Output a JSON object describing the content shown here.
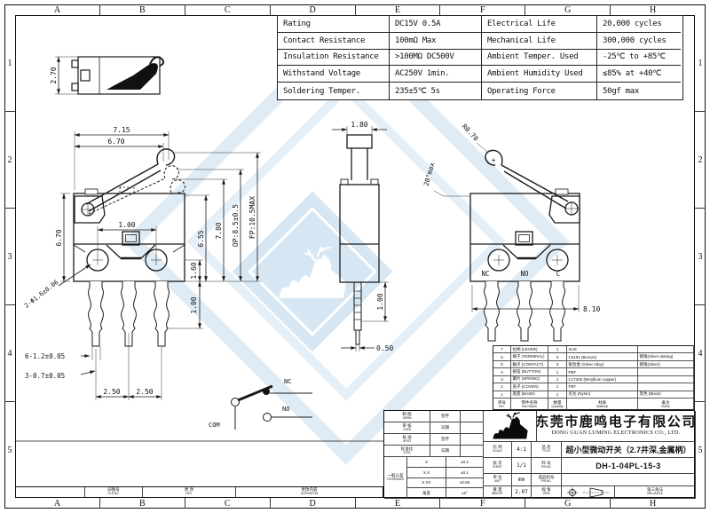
{
  "sheet": {
    "grid_letters": [
      "A",
      "B",
      "C",
      "D",
      "E",
      "F",
      "G",
      "H"
    ],
    "grid_numbers": [
      "1",
      "2",
      "3",
      "4",
      "5"
    ]
  },
  "colors": {
    "line": "#1a1a1a",
    "watermark_stroke": "#d5e6f4",
    "watermark_fill": "#c9dff0"
  },
  "icons": {
    "logo": "deer-icon",
    "projection": "third-angle-projection-icon"
  },
  "spec_table": {
    "rows": [
      {
        "k1": "Rating",
        "v1": "DC15V 0.5A",
        "k2": "Electrical Life",
        "v2": "20,000 cycles"
      },
      {
        "k1": "Contact Resistance",
        "v1": "100mΩ Max",
        "k2": "Mechanical Life",
        "v2": "300,000 cycles"
      },
      {
        "k1": "Insulation Resistance",
        "v1": ">100MΩ DC500V",
        "k2": "Ambient Temper. Used",
        "v2": "-25℃ to +85℃"
      },
      {
        "k1": "Withstand Voltage",
        "v1": "AC250V 1min.",
        "k2": "Ambient Humidity Used",
        "v2": "≤85% at +40℃"
      },
      {
        "k1": "Soldering Temper.",
        "v1": "235±5℃ 5s",
        "k2": "Operating Force",
        "v2": "50gf max"
      }
    ]
  },
  "dims": {
    "small_view": {
      "h": "2.70"
    },
    "front_view": {
      "w_top": "7.15",
      "w_top2": "6.70",
      "h_left": "6.70",
      "btn": "1.00",
      "h_r1": "6.55",
      "h_r2": "7.80",
      "h_r3": "OP:8.5±0.5",
      "h_r4": "FP:10.5MAX",
      "s1": "1.60",
      "pin_len": "1.00",
      "holes": "2-Φ1.6±0.06",
      "pin_w": "6-1.2±0.05",
      "pin_t": "3-0.7±0.05",
      "pitch1": "2.50",
      "pitch2": "2.50"
    },
    "side_view": {
      "w_top": "1.80",
      "pin_len": "1.00",
      "pin_w": "0.50"
    },
    "right_view": {
      "lever_r": "R0.70",
      "plus": "+",
      "angle": "20°max",
      "w_bottom": "8.10",
      "nc": "NC",
      "no": "NO",
      "c": "C"
    }
  },
  "circuit": {
    "nc": "NC",
    "no": "NO",
    "com": "COM"
  },
  "bom": {
    "header": {
      "no_cn": "序号",
      "no_en": "NO.",
      "name_cn": "零件名称",
      "name_en": "Part Name",
      "qty_cn": "数量",
      "qty_en": "Quantity",
      "mat_cn": "材质",
      "mat_en": "Material",
      "notes_cn": "备注",
      "notes_en": "Notes"
    },
    "rows": [
      {
        "no": "7",
        "name": "拉柄 (LEVER)",
        "qty": "1",
        "mat": "SUS",
        "notes": ""
      },
      {
        "no": "6",
        "name": "端子 (TERMINAL)",
        "qty": "3",
        "mat": "C5191 (Bronze)",
        "notes": "镀银(Silver plating)"
      },
      {
        "no": "5",
        "name": "触点 (CONTACT)",
        "qty": "3",
        "mat": "银合金 (Silver Alloy)",
        "notes": "镀银(Silver)"
      },
      {
        "no": "4",
        "name": "拨钮 (BUTTON)",
        "qty": "1",
        "mat": "PBT",
        "notes": ""
      },
      {
        "no": "3",
        "name": "簧片 (SPRING)",
        "qty": "1",
        "mat": "C17200 (Beryllium copper)",
        "notes": ""
      },
      {
        "no": "2",
        "name": "盖子 (COVER)",
        "qty": "1",
        "mat": "PBT",
        "notes": ""
      },
      {
        "no": "1",
        "name": "底座 (BASE)",
        "qty": "1",
        "mat": "尼龙 (Nylon)",
        "notes": "黑色 (Black)"
      }
    ]
  },
  "title_block": {
    "company_cn": "东莞市鹿鸣电子有限公司",
    "company_en": "DONG GUAN LUMING ELECTRONICS CO., LTD.",
    "f": {
      "drawn_cn": "制 图",
      "drawn_en": "DRWN",
      "check_cn": "审 核",
      "check_en": "CHKD",
      "approve_cn": "核 准",
      "approve_en": "APVD",
      "std_cn": "标准化",
      "std_en": "STDZ",
      "sign": "签字",
      "date": "日期",
      "tol_cn": "一般公差",
      "tol_en": "TOLERANCE",
      "t1k": "X",
      "t1v": "±0.2",
      "t2k": "X.X",
      "t2v": "±0.1",
      "t3k": "X.XX",
      "t3v": "±0.05",
      "t4k": "角度",
      "t4v": "±2°",
      "scale_cn": "比 例",
      "scale_en": "SCALE",
      "scale_val": "4:1",
      "sheet_cn": "张 次",
      "sheet_en": "SHEET",
      "sheet_val": "1/1",
      "unit_cn": "单 位",
      "unit_en": "UNIT",
      "unit_val": "mm",
      "weight_cn": "重 量",
      "weight_en": "WEIGHT",
      "weight_val": "2.07",
      "title_cn": "品 名",
      "title_en": "TITLE",
      "title_val": "超小型微动开关（2.7井深,金属柄）",
      "pn_cn": "料 号",
      "pn_en": "P/N NO.",
      "pn_val": "DH-1-04PL-15-3",
      "model_cn": "成品料号",
      "model_en": "P/N NO.",
      "model_val": "",
      "view_cn": "视 角",
      "view_en": "VIEW",
      "proj_cn": "第三角法",
      "proj_en": "3RD ANGLE"
    }
  },
  "revision_strip": {
    "c1_cn": "旧图号",
    "c1_en": "OLD NO.",
    "c2_cn": "更 改",
    "c2_en": "REV.",
    "c3_cn": "更改内容",
    "c3_en": "ALTERATION"
  }
}
